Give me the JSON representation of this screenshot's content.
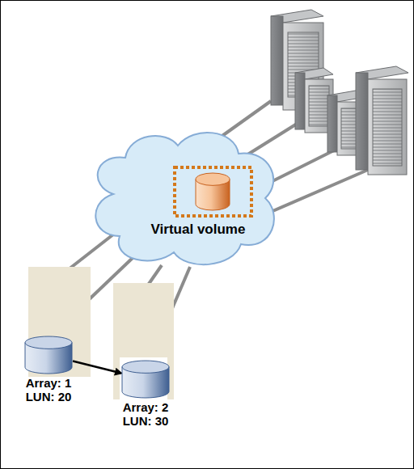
{
  "diagram": {
    "nodes": [
      {
        "text": [
          "Virtual volume"
        ]
      },
      {
        "text": [
          "Array: 1 LUN: 20"
        ]
      },
      {
        "text": [
          "Array: 2 LUN: 30"
        ]
      }
    ],
    "edges": [
      {
        "from": 1,
        "to": 2,
        "arrow": "to"
      }
    ]
  }
}
